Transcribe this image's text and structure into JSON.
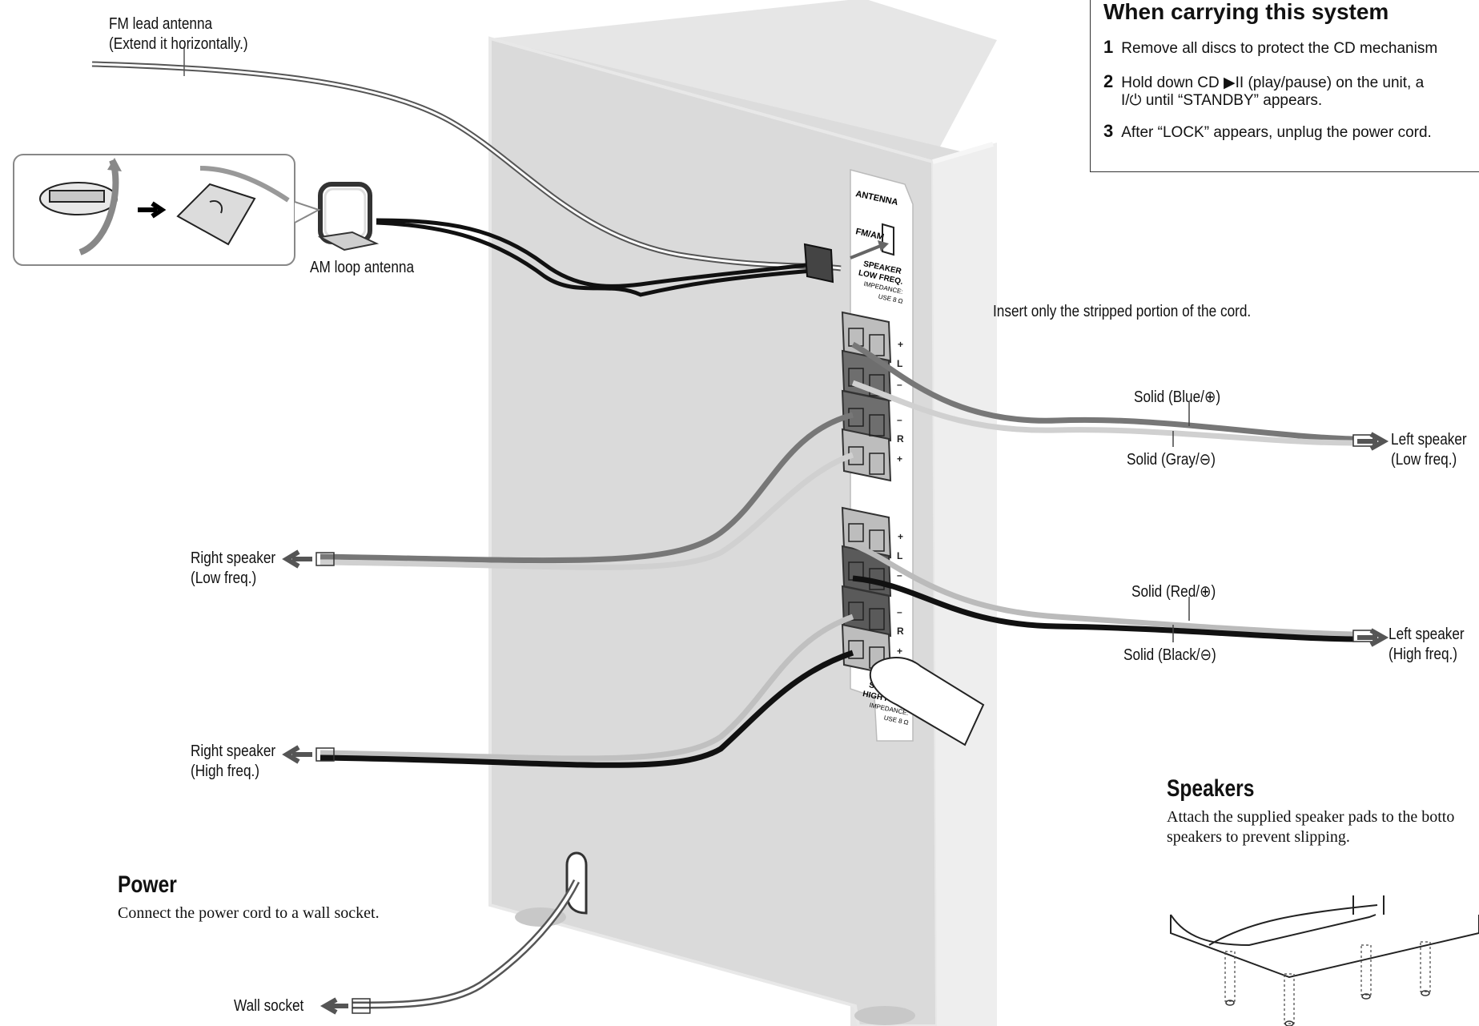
{
  "fm_antenna": {
    "line1": "FM lead antenna",
    "line2": "(Extend it horizontally.)"
  },
  "am_antenna": {
    "label": "AM loop antenna"
  },
  "carrying": {
    "title": "When carrying this system",
    "steps": [
      {
        "num": "1",
        "text": "Remove all discs to protect the CD mechanism"
      },
      {
        "num": "2",
        "text": "Hold down CD ▶II (play/pause) on the unit, a",
        "text2": "I/⏻ until “STANDBY” appears."
      },
      {
        "num": "3",
        "text": "After “LOCK” appears, unplug the power cord."
      }
    ]
  },
  "panel": {
    "antenna": "ANTENNA",
    "fm_am": "FM/AM",
    "speaker_low": [
      "SPEAKER",
      "LOW FREQ.",
      "IMPEDANCE:",
      "USE 8 Ω"
    ],
    "speaker_high": [
      "SPEAKER",
      "HIGH FREQ.",
      "IMPEDANCE:",
      "USE 8 Ω"
    ],
    "marks_low": [
      "+",
      "L",
      "–",
      "–",
      "R",
      "+"
    ],
    "marks_high": [
      "+",
      "L",
      "–",
      "–",
      "R",
      "+"
    ]
  },
  "insert_note": "Insert only the stripped portion of the cord.",
  "wires": {
    "blue": "Solid (Blue/⊕)",
    "gray": "Solid (Gray/⊖)",
    "red": "Solid (Red/⊕)",
    "black": "Solid (Black/⊖)"
  },
  "speakers_out": {
    "left_low": [
      "Left speaker",
      "(Low freq.)"
    ],
    "left_high": [
      "Left speaker",
      "(High freq.)"
    ],
    "right_low": [
      "Right speaker",
      "(Low freq.)"
    ],
    "right_high": [
      "Right speaker",
      "(High freq.)"
    ]
  },
  "power": {
    "title": "Power",
    "text": "Connect the power cord to a wall socket.",
    "socket": "Wall socket"
  },
  "speakers_section": {
    "title": "Speakers",
    "line1": "Attach the supplied speaker pads to the botto",
    "line2": "speakers to prevent slipping."
  },
  "colors": {
    "unit": "#dadada",
    "unit_edge": "#ededed",
    "cable_dark": "#111111",
    "cable_mid": "#777777",
    "cable_light": "#c8c8c8",
    "arrow": "#555555"
  }
}
